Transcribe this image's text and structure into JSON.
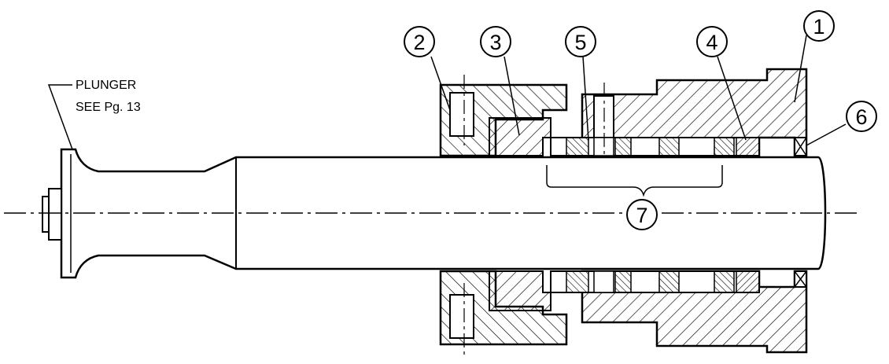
{
  "plunger_note": {
    "line1": "PLUNGER",
    "line2": "SEE Pg. 13"
  },
  "balloons": [
    "1",
    "2",
    "3",
    "4",
    "5",
    "6",
    "7"
  ],
  "colors": {
    "ink": "#000000",
    "paper": "#ffffff"
  }
}
